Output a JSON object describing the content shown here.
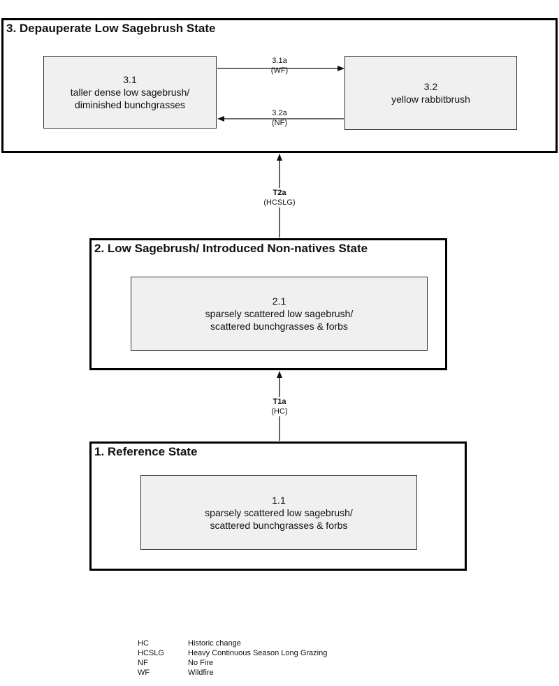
{
  "states": [
    {
      "title": "3. Depauperate Low Sagebrush State",
      "phases": [
        {
          "id": "3.1",
          "lines": [
            "taller dense low sagebrush/",
            "diminished bunchgrasses"
          ]
        },
        {
          "id": "3.2",
          "lines": [
            "yellow rabbitbrush"
          ]
        }
      ]
    },
    {
      "title": "2. Low Sagebrush/ Introduced Non-natives State",
      "phases": [
        {
          "id": "2.1",
          "lines": [
            "sparsely scattered low sagebrush/",
            "scattered bunchgrasses & forbs"
          ]
        }
      ]
    },
    {
      "title": "1. Reference State",
      "phases": [
        {
          "id": "1.1",
          "lines": [
            "sparsely scattered low sagebrush/",
            "scattered bunchgrasses & forbs"
          ]
        }
      ]
    }
  ],
  "transitions": [
    {
      "code": "3.1a",
      "cause": "(WF)"
    },
    {
      "code": "3.2a",
      "cause": "(NF)"
    },
    {
      "code": "T2a",
      "cause": "(HCSLG)"
    },
    {
      "code": "T1a",
      "cause": "(HC)"
    }
  ],
  "legend": [
    {
      "abbr": "HC",
      "meaning": "Historic change"
    },
    {
      "abbr": "HCSLG",
      "meaning": "Heavy Continuous Season Long Grazing"
    },
    {
      "abbr": "NF",
      "meaning": "No Fire"
    },
    {
      "abbr": "WF",
      "meaning": "Wildfire"
    }
  ]
}
